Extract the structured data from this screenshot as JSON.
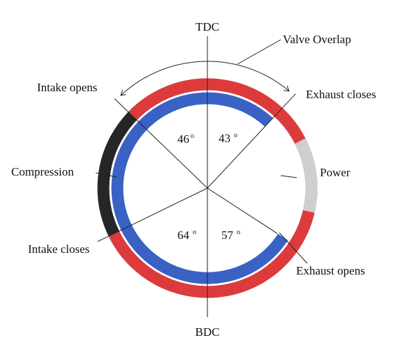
{
  "labels": {
    "tdc": "TDC",
    "bdc": "BDC",
    "valve_overlap": "Valve Overlap",
    "intake_opens": "Intake opens",
    "exhaust_closes": "Exhaust closes",
    "compression": "Compression",
    "power": "Power",
    "intake_closes": "Intake closes",
    "exhaust_opens": "Exhaust opens"
  },
  "angles": {
    "intake_open_before_tdc": "46",
    "exhaust_close_after_tdc": "43",
    "intake_close_after_bdc": "64",
    "exhaust_open_before_bdc": "57",
    "degree_symbol": "o"
  },
  "timing_deg": {
    "intake_open_before_tdc": 46,
    "exhaust_close_after_tdc": 43,
    "intake_close_after_bdc": 64,
    "exhaust_open_before_bdc": 57
  },
  "colors": {
    "intake": "#dd3b3b",
    "exhaust": "#3a62c4",
    "compression": "#262626",
    "power": "#cfcfcf",
    "lines": "#222222"
  }
}
